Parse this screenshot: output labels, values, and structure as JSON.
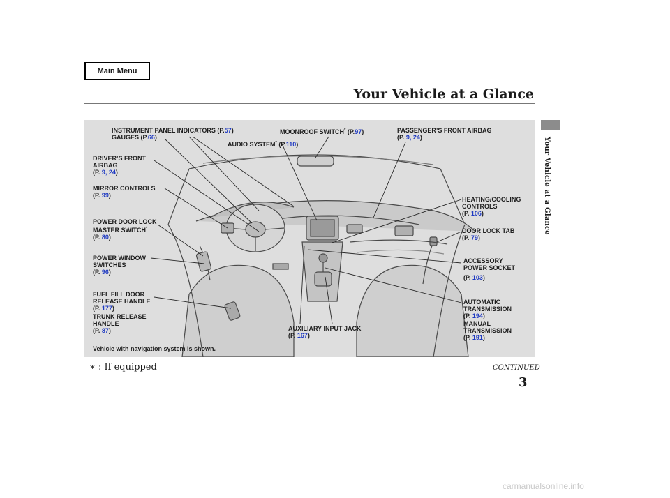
{
  "nav": {
    "main_menu": "Main Menu"
  },
  "header": {
    "title": "Your Vehicle at a Glance",
    "side_tab": "Your Vehicle at a Glance"
  },
  "labels": {
    "instrument": {
      "name": "INSTRUMENT PANEL INDICATORS (P.",
      "page": "57",
      "close": ")"
    },
    "gauges": {
      "name": "GAUGES (P.",
      "page": "66",
      "close": ")"
    },
    "moonroof": {
      "name": "MOONROOF SWITCH",
      "star": "*",
      "prefix": " (P.",
      "page": "97",
      "close": ")"
    },
    "audio": {
      "name": "AUDIO SYSTEM",
      "star": "*",
      "prefix": " (P.",
      "page": "110",
      "close": ")"
    },
    "passenger_airbag": {
      "line1": "PASSENGER’S FRONT AIRBAG",
      "prefix": "(P.",
      "page": "9, 24",
      "close": ")"
    },
    "driver_airbag": {
      "line1": "DRIVER’S FRONT",
      "line2": "AIRBAG",
      "prefix": "(P.",
      "page": "9, 24",
      "close": ")"
    },
    "mirror": {
      "line1": "MIRROR CONTROLS",
      "prefix": "(P.",
      "page": "99",
      "close": ")"
    },
    "power_door_lock": {
      "line1": "POWER DOOR LOCK",
      "line2": "MASTER SWITCH",
      "star": "*",
      "prefix": "(P.",
      "page": "80",
      "close": ")"
    },
    "power_window": {
      "line1": "POWER WINDOW",
      "line2": "SWITCHES",
      "prefix": "(P.",
      "page": "96",
      "close": ")"
    },
    "fuel_fill": {
      "line1": "FUEL FILL DOOR",
      "line2": "RELEASE HANDLE",
      "prefix": "(P.",
      "page": "177",
      "close": ")"
    },
    "trunk": {
      "line1": "TRUNK RELEASE",
      "line2": "HANDLE",
      "prefix": "(P.",
      "page": "87",
      "close": ")"
    },
    "heating": {
      "line1": "HEATING/COOLING",
      "line2": "CONTROLS",
      "prefix": "(P.",
      "page": "106",
      "close": ")"
    },
    "door_lock_tab": {
      "line1": "DOOR LOCK TAB",
      "prefix": "(P.",
      "page": "79",
      "close": ")"
    },
    "accessory": {
      "line1": "ACCESSORY",
      "line2": "POWER SOCKET",
      "prefix": "(P.",
      "page": "103",
      "close": ")"
    },
    "automatic": {
      "line1": "AUTOMATIC",
      "line2": "TRANSMISSION",
      "prefix": "(P.",
      "page": "194",
      "close": ")"
    },
    "manual": {
      "line1": "MANUAL",
      "line2": "TRANSMISSION",
      "prefix": "(P.",
      "page": "191",
      "close": ")"
    },
    "aux": {
      "line1": "AUXILIARY INPUT JACK",
      "prefix": "(P.",
      "page": "167",
      "close": ")"
    }
  },
  "figure_note": "Vehicle with navigation system is shown.",
  "footer": {
    "footnote_symbol": "∗",
    "footnote_text": ":  If equipped",
    "continued": "CONTINUED",
    "page_number": "3"
  },
  "watermark": "carmanualsonline.info"
}
